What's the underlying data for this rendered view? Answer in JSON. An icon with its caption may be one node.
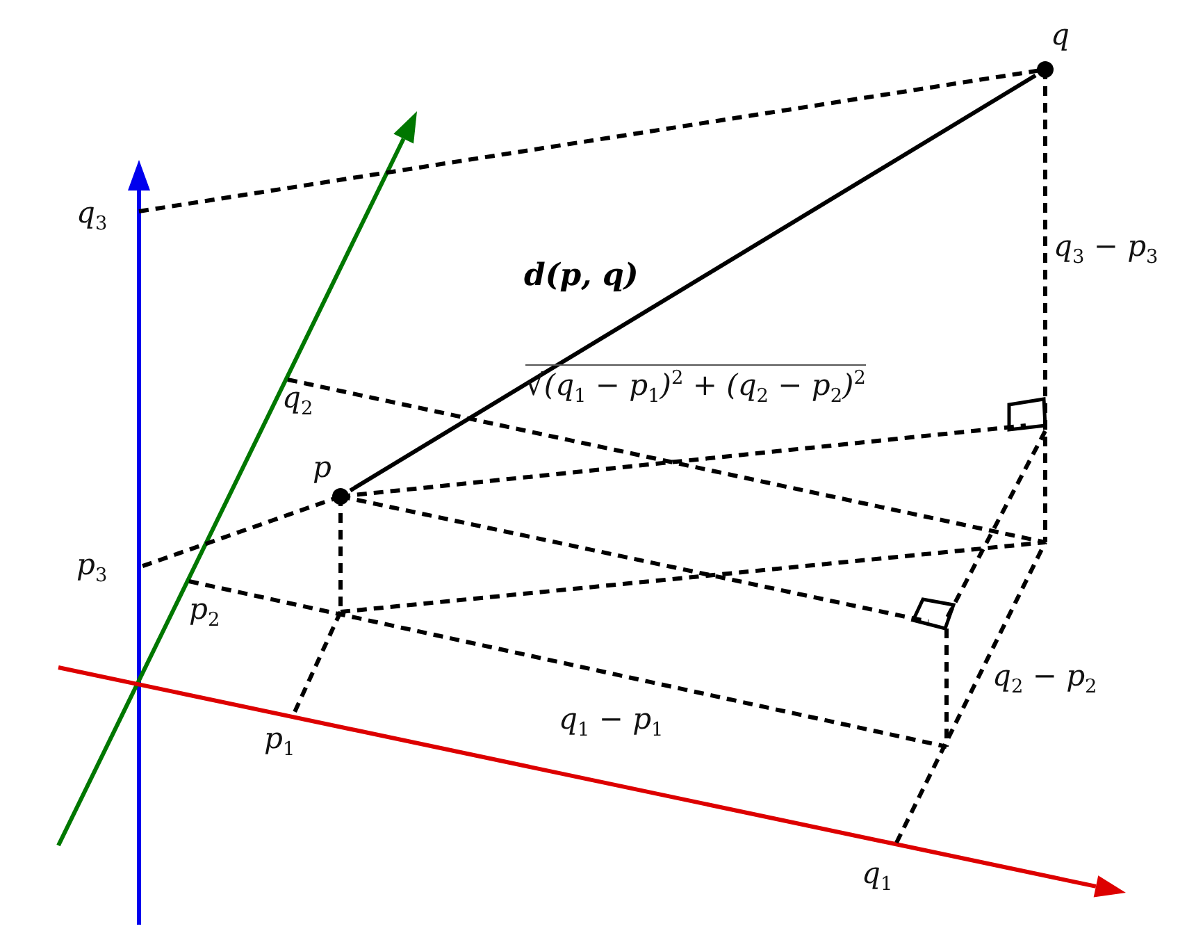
{
  "diagram": {
    "nodes": [
      {
        "text": [
          "p"
        ]
      },
      {
        "text": [
          "q"
        ]
      }
    ],
    "edges": [
      {
        "from": 0,
        "to": 1,
        "arrow": "none",
        "label": "d(p, q)"
      }
    ],
    "labels": [
      "q$_{3}$",
      "q$_{3}$ − p$_{3}$",
      "q$_{2}$",
      "√(q$_{1}$ − p$_{1}$)$^{2}$ + (q$_{2}$ − p$_{2}$)$^{2}$",
      "p$_{3}$",
      "p$_{2}$",
      "q$_{2}$ − p$_{2}$",
      "p$_{1}$",
      "q$_{1}$ − p$_{1}$",
      "q$_{1}$"
    ]
  }
}
